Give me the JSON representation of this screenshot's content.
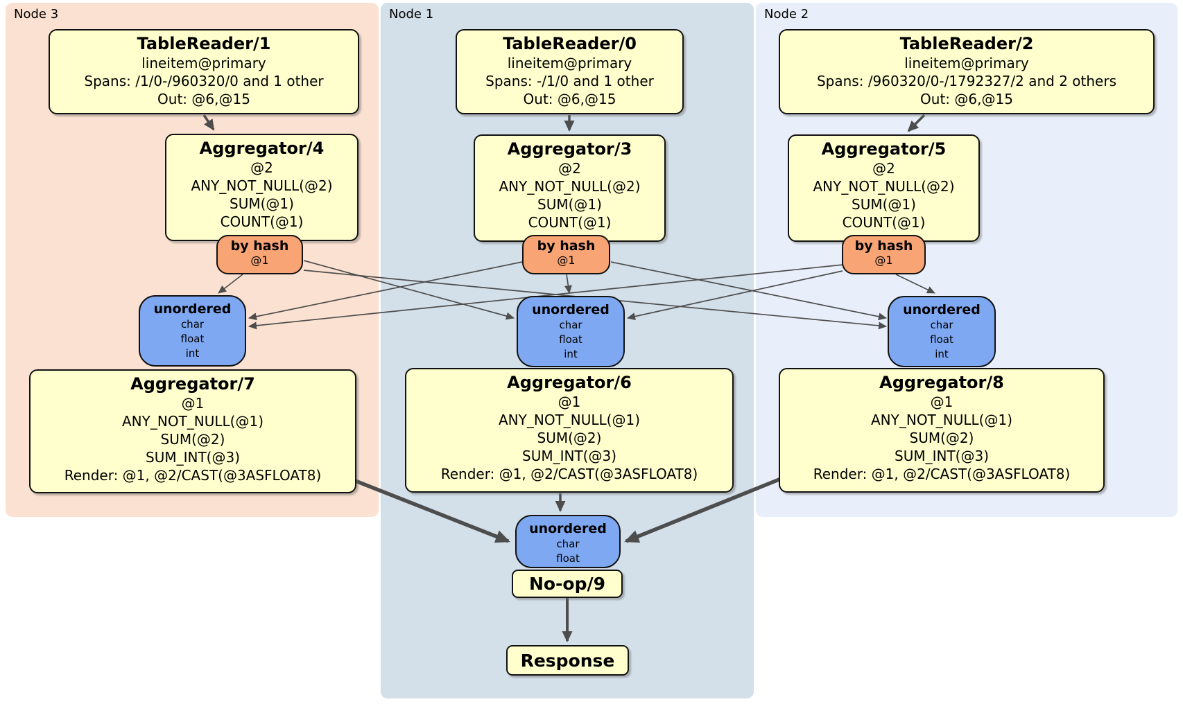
{
  "groups": {
    "node3": {
      "label": "Node 3",
      "band_color": "#fbe1d1"
    },
    "node1": {
      "label": "Node 1",
      "band_color": "#d3dfe9"
    },
    "node2": {
      "label": "Node 2",
      "band_color": "#e9effa"
    }
  },
  "processors": {
    "tr1": {
      "title": "TableReader/1",
      "lines": [
        "lineitem@primary",
        "Spans: /1/0-/960320/0 and 1 other",
        "Out: @6,@15"
      ]
    },
    "tr0": {
      "title": "TableReader/0",
      "lines": [
        "lineitem@primary",
        "Spans: -/1/0 and 1 other",
        "Out: @6,@15"
      ]
    },
    "tr2": {
      "title": "TableReader/2",
      "lines": [
        "lineitem@primary",
        "Spans: /960320/0-/1792327/2 and 2 others",
        "Out: @6,@15"
      ]
    },
    "agg4": {
      "title": "Aggregator/4",
      "lines": [
        "@2",
        "ANY_NOT_NULL(@2)",
        "SUM(@1)",
        "COUNT(@1)"
      ]
    },
    "agg3": {
      "title": "Aggregator/3",
      "lines": [
        "@2",
        "ANY_NOT_NULL(@2)",
        "SUM(@1)",
        "COUNT(@1)"
      ]
    },
    "agg5": {
      "title": "Aggregator/5",
      "lines": [
        "@2",
        "ANY_NOT_NULL(@2)",
        "SUM(@1)",
        "COUNT(@1)"
      ]
    },
    "agg7": {
      "title": "Aggregator/7",
      "lines": [
        "@1",
        "ANY_NOT_NULL(@1)",
        "SUM(@2)",
        "SUM_INT(@3)",
        "Render: @1, @2/CAST(@3ASFLOAT8)"
      ]
    },
    "agg6": {
      "title": "Aggregator/6",
      "lines": [
        "@1",
        "ANY_NOT_NULL(@1)",
        "SUM(@2)",
        "SUM_INT(@3)",
        "Render: @1, @2/CAST(@3ASFLOAT8)"
      ]
    },
    "agg8": {
      "title": "Aggregator/8",
      "lines": [
        "@1",
        "ANY_NOT_NULL(@1)",
        "SUM(@2)",
        "SUM_INT(@3)",
        "Render: @1, @2/CAST(@3ASFLOAT8)"
      ]
    },
    "noop": {
      "title": "No-op/9"
    },
    "response": {
      "title": "Response"
    }
  },
  "routers": {
    "r4": {
      "title": "by hash",
      "detail": "@1"
    },
    "r3": {
      "title": "by hash",
      "detail": "@1"
    },
    "r5": {
      "title": "by hash",
      "detail": "@1"
    }
  },
  "syncs": {
    "s7": {
      "title": "unordered",
      "lines": [
        "char",
        "float",
        "int"
      ]
    },
    "s6": {
      "title": "unordered",
      "lines": [
        "char",
        "float",
        "int"
      ]
    },
    "s8": {
      "title": "unordered",
      "lines": [
        "char",
        "float",
        "int"
      ]
    },
    "sfinal": {
      "title": "unordered",
      "lines": [
        "char",
        "float"
      ]
    }
  },
  "colors": {
    "processor_fill": "#ffffce",
    "router_fill": "#f8a475",
    "sync_fill": "#7fa8f2",
    "edge": "#4d4d4d",
    "border": "#111111"
  }
}
